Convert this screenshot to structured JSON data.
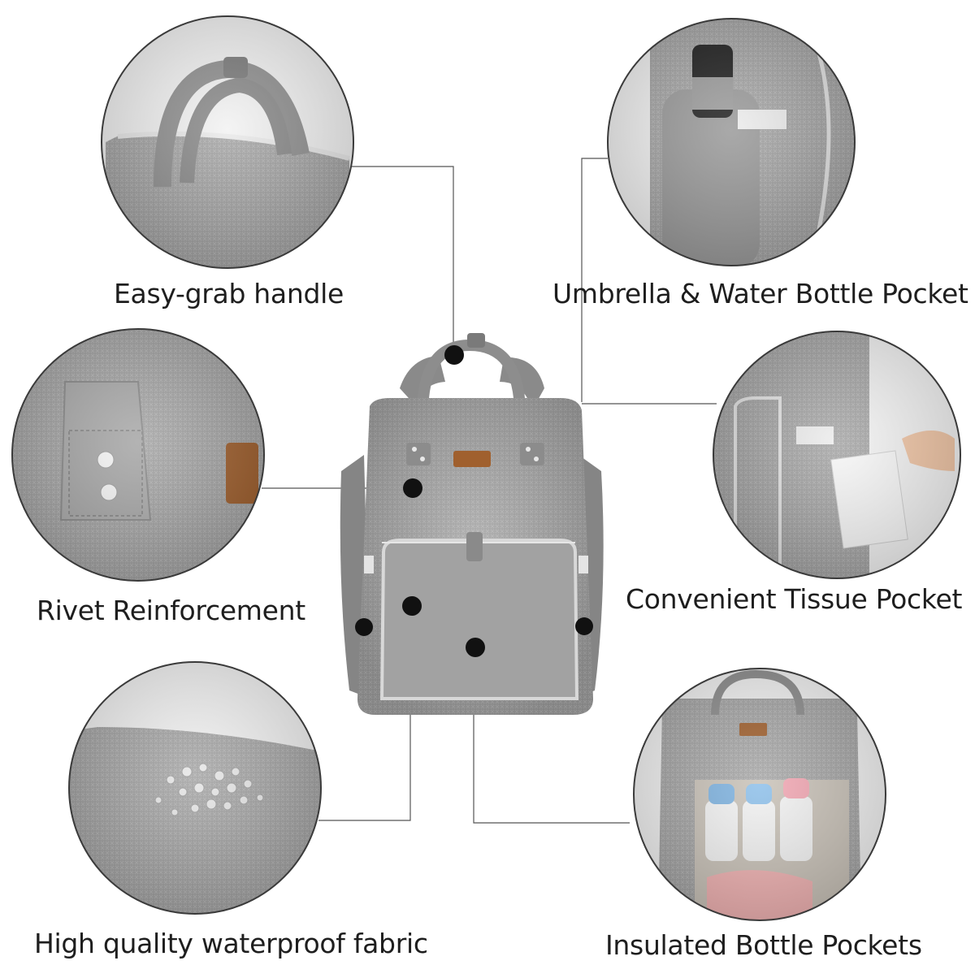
{
  "features": [
    {
      "id": "handle",
      "label": "Easy-grab handle"
    },
    {
      "id": "umbrella",
      "label": "Umbrella & Water Bottle Pocket"
    },
    {
      "id": "rivet",
      "label": "Rivet Reinforcement"
    },
    {
      "id": "tissue",
      "label": "Convenient Tissue Pocket"
    },
    {
      "id": "fabric",
      "label": "High quality waterproof fabric"
    },
    {
      "id": "bottle",
      "label": "Insulated Bottle Pockets"
    }
  ],
  "colors": {
    "fabric": "#9e9e9e",
    "fabric_light": "#b9b9b9",
    "fabric_dark": "#7c7c7c",
    "tag": "#a0602e",
    "line": "#555555",
    "dot": "#111111"
  }
}
